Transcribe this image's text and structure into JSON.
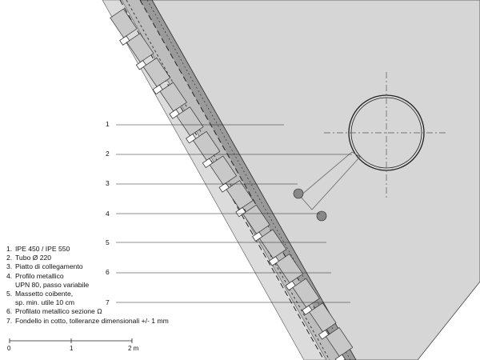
{
  "callouts": [
    "1",
    "2",
    "3",
    "4",
    "5",
    "6",
    "7"
  ],
  "legend": [
    {
      "n": "1.",
      "text": "IPE 450 / IPE 550"
    },
    {
      "n": "2.",
      "text": "Tubo Ø 220"
    },
    {
      "n": "3.",
      "text": "Piatto di collegamento"
    },
    {
      "n": "4.",
      "text": "Profilo metallico\nUPN 80, passo variabile"
    },
    {
      "n": "5.",
      "text": "Massetto coibente,\nsp. min. utile 10 cm"
    },
    {
      "n": "6.",
      "text": "Profilato metallico sezione Ω"
    },
    {
      "n": "7.",
      "text": "Fondello in cotto, tolleranze dimensionali +/- 1 mm"
    }
  ],
  "scale": {
    "labels": [
      "0",
      "1",
      "2 m"
    ]
  },
  "colors": {
    "concrete": "#d6d6d6",
    "slab": "#9c9c9c",
    "tile": "#c4c4c4",
    "line": "#333333"
  }
}
